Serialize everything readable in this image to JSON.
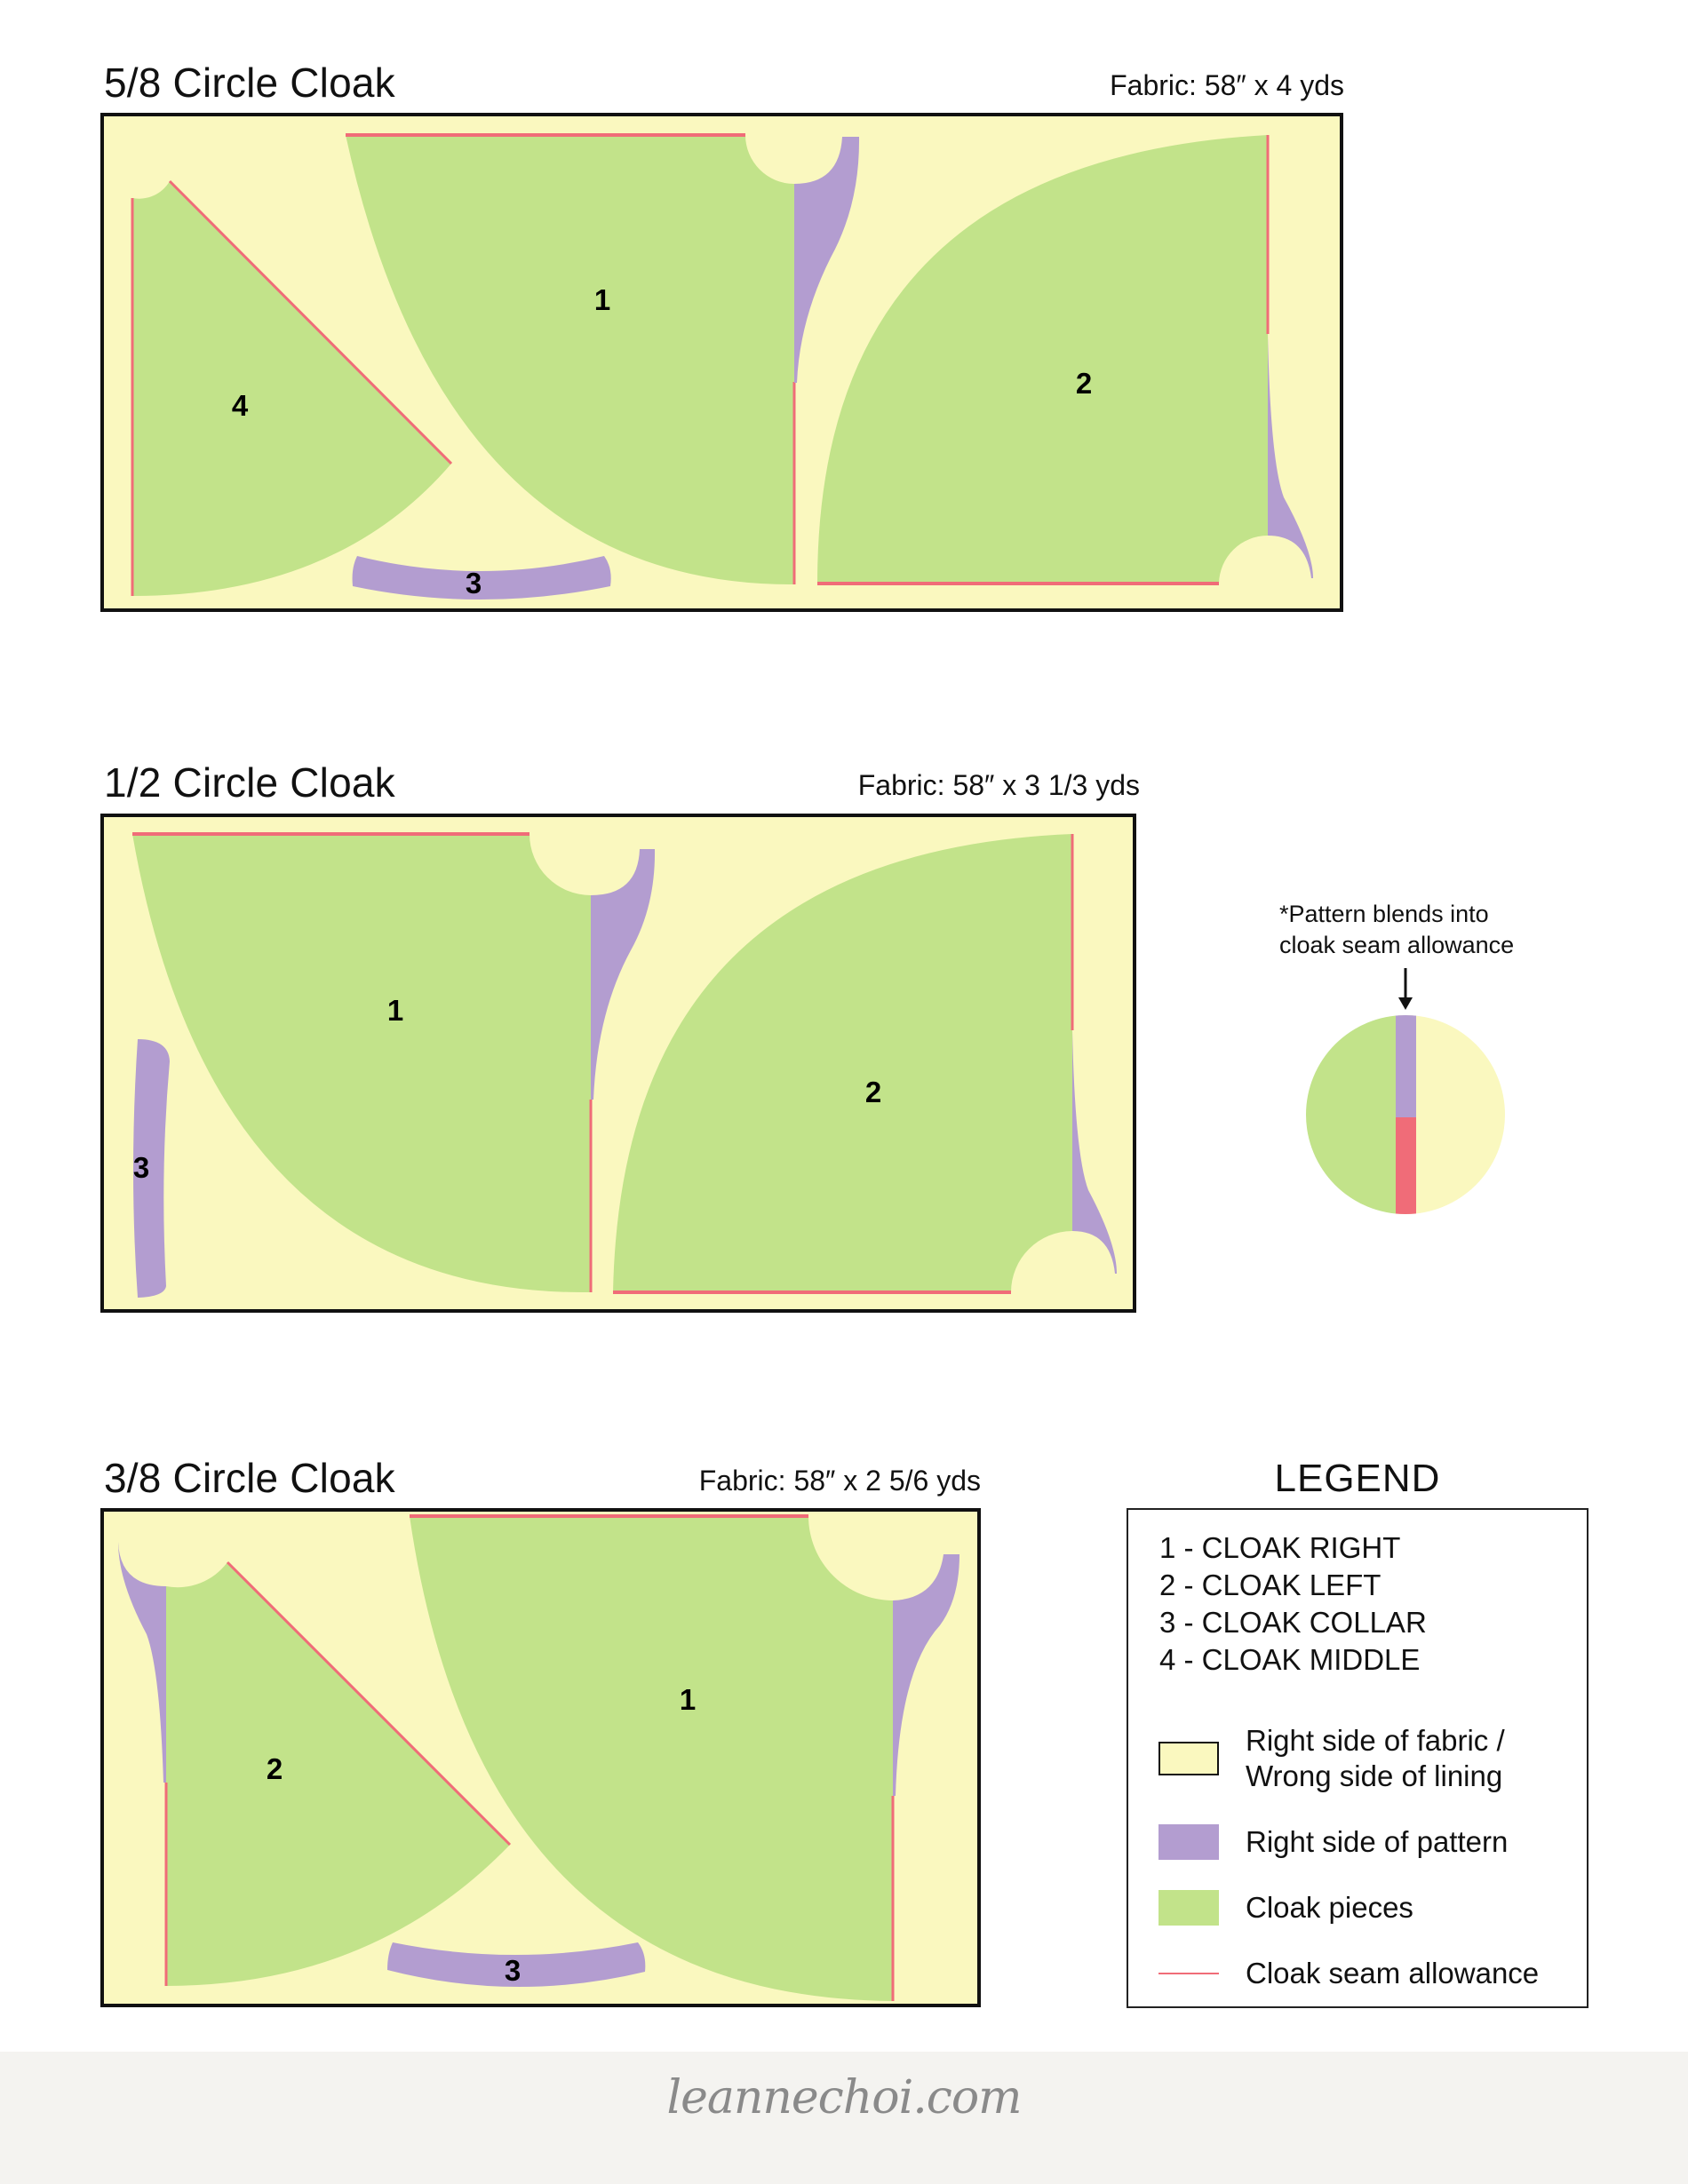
{
  "colors": {
    "fabric": "#FAF8BF",
    "pattern": "#B39DD0",
    "cloak_piece": "#C2E38A",
    "seam_allowance": "#F06C78",
    "frame_border": "#111111",
    "footer_bg": "#F4F3F0"
  },
  "layouts": [
    {
      "title": "5/8 Circle Cloak",
      "fabric": "Fabric: 58″ x 4 yds",
      "pieces": [
        {
          "num": "1",
          "name": "CLOAK RIGHT"
        },
        {
          "num": "2",
          "name": "CLOAK LEFT"
        },
        {
          "num": "3",
          "name": "CLOAK COLLAR"
        },
        {
          "num": "4",
          "name": "CLOAK MIDDLE"
        }
      ]
    },
    {
      "title": "1/2 Circle Cloak",
      "fabric": "Fabric: 58″ x 3 1/3 yds",
      "pieces": [
        {
          "num": "1",
          "name": "CLOAK RIGHT"
        },
        {
          "num": "2",
          "name": "CLOAK LEFT"
        },
        {
          "num": "3",
          "name": "CLOAK COLLAR"
        }
      ]
    },
    {
      "title": "3/8 Circle Cloak",
      "fabric": "Fabric: 58″ x 2  5/6 yds",
      "pieces": [
        {
          "num": "1",
          "name": "CLOAK RIGHT"
        },
        {
          "num": "2",
          "name": "CLOAK LEFT"
        },
        {
          "num": "3",
          "name": "CLOAK COLLAR"
        }
      ]
    }
  ],
  "note": {
    "line1": "*Pattern blends into",
    "line2": "cloak seam allowance"
  },
  "legend": {
    "title": "LEGEND",
    "pieces": [
      "1 - CLOAK RIGHT",
      "2 - CLOAK LEFT",
      "3 - CLOAK COLLAR",
      "4 - CLOAK MIDDLE"
    ],
    "keys": [
      {
        "swatch": "fabric",
        "line1": "Right side of fabric /",
        "line2": "Wrong side of lining"
      },
      {
        "swatch": "pattern",
        "line1": "Right side of pattern"
      },
      {
        "swatch": "cloak_piece",
        "line1": "Cloak pieces"
      },
      {
        "swatch": "seam_allowance",
        "line1": "Cloak seam allowance"
      }
    ]
  },
  "footer": {
    "signature": "leannechoi.com"
  }
}
